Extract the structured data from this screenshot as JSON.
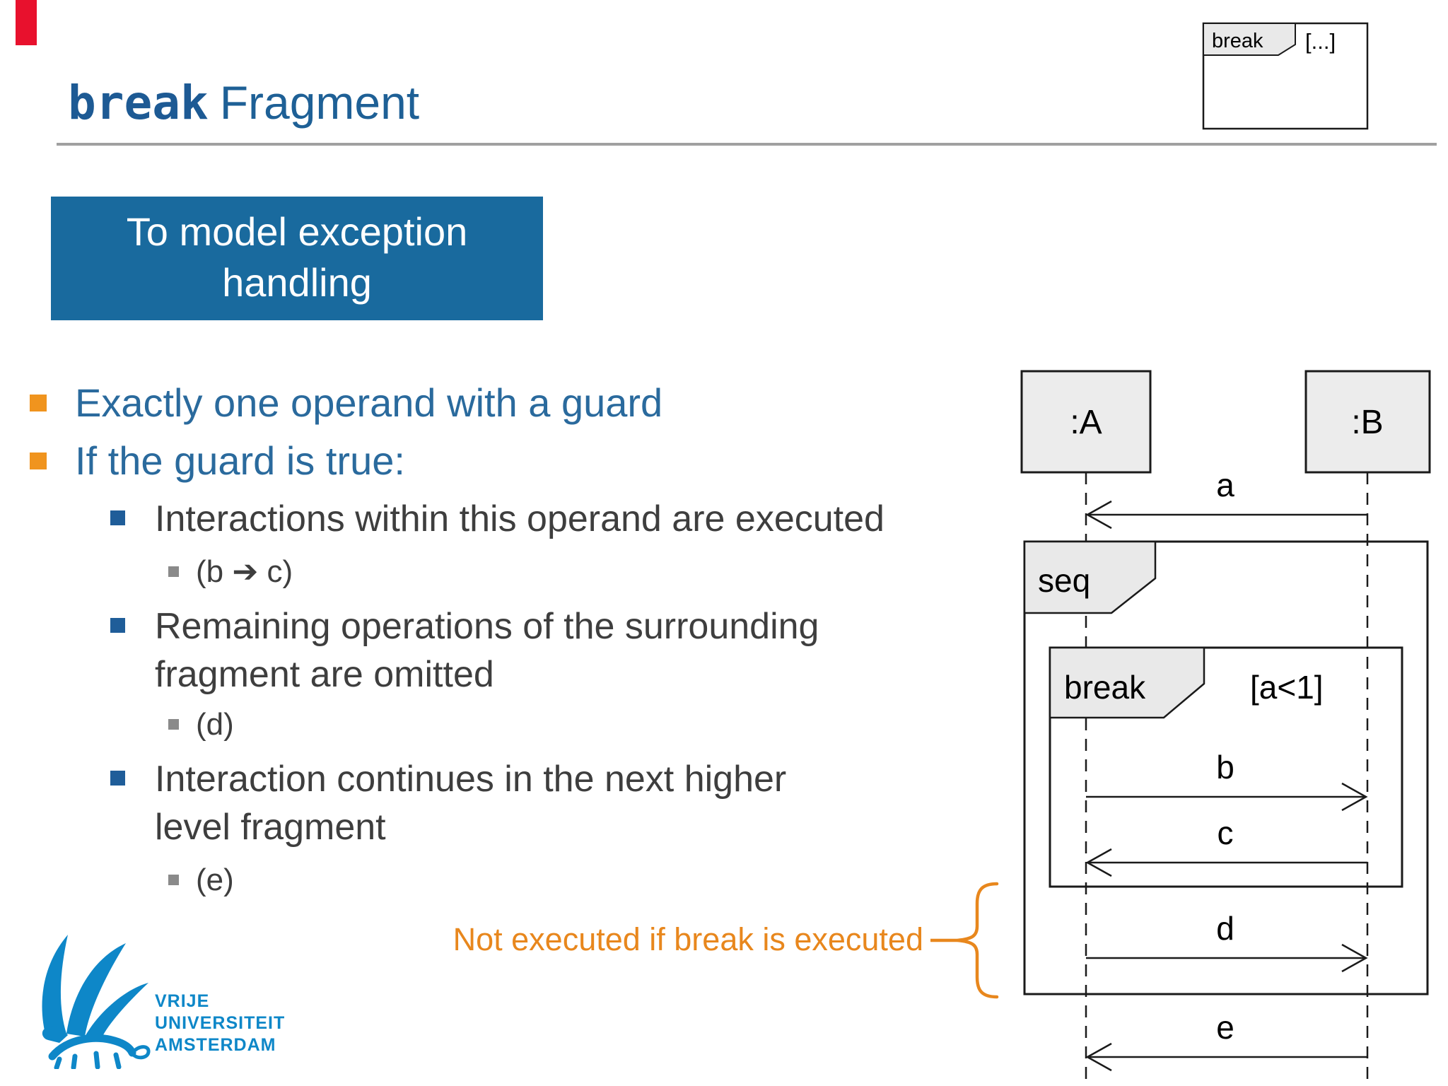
{
  "colors": {
    "accent_red": "#e8112d",
    "title_blue": "#1e5c97",
    "callout_bg": "#196a9e",
    "bullet_l1_text": "#2a6a9d",
    "body_text": "#3e3e3e",
    "bullet_orange": "#f0941e",
    "bullet_blue": "#1f5d99",
    "bullet_gray": "#8a8a8a",
    "annotation_orange": "#e8871d",
    "vu_blue": "#0e87c8",
    "diagram_fill_gray": "#e9e9e9",
    "diagram_line": "#1a1a1a"
  },
  "header": {
    "title_code": "break",
    "title_rest": "Fragment"
  },
  "mini_fragment": {
    "operator": "break",
    "placeholder": "[...]"
  },
  "callout": {
    "line1": "To model exception",
    "line2": "handling"
  },
  "bullets": [
    {
      "level": 1,
      "text": "Exactly one operand with a guard"
    },
    {
      "level": 1,
      "text": "If the guard is true:"
    },
    {
      "level": 2,
      "text": "Interactions within this operand are executed"
    },
    {
      "level": 3,
      "text": "(b ➔ c)"
    },
    {
      "level": 2,
      "text": "Remaining operations of the surrounding",
      "text2": "fragment are omitted"
    },
    {
      "level": 3,
      "text": "(d)"
    },
    {
      "level": 2,
      "text": "Interaction continues in the next higher",
      "text2": "level fragment"
    },
    {
      "level": 3,
      "text": "(e)"
    }
  ],
  "annotation": {
    "text": "Not executed if break is executed"
  },
  "diagram": {
    "lifelines": [
      {
        "label": ":A"
      },
      {
        "label": ":B"
      }
    ],
    "fragments": [
      {
        "operator": "seq"
      },
      {
        "operator": "break",
        "guard": "[a<1]"
      }
    ],
    "messages": [
      {
        "label": "a",
        "from": ":B",
        "to": ":A"
      },
      {
        "label": "b",
        "from": ":A",
        "to": ":B"
      },
      {
        "label": "c",
        "from": ":B",
        "to": ":A"
      },
      {
        "label": "d",
        "from": ":A",
        "to": ":B"
      },
      {
        "label": "e",
        "from": ":B",
        "to": ":A"
      }
    ]
  },
  "logo": {
    "line1": "VRIJE",
    "line2": "UNIVERSITEIT",
    "line3": "AMSTERDAM"
  }
}
